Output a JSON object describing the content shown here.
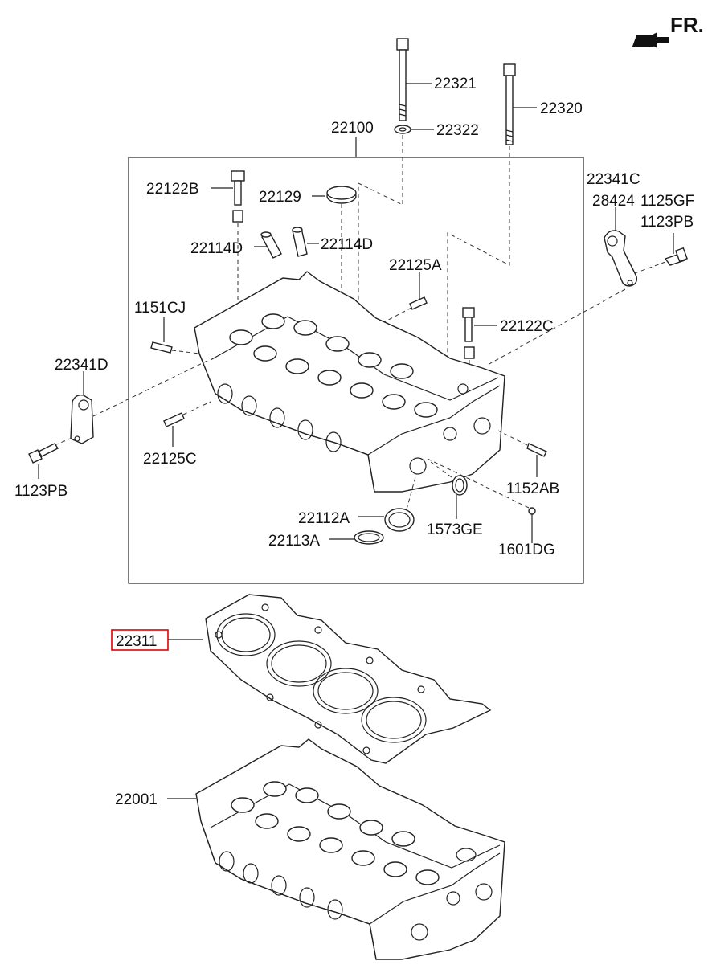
{
  "direction_label": "FR.",
  "labels": {
    "p22321": "22321",
    "p22320": "22320",
    "p22322": "22322",
    "p22100": "22100",
    "p22122B": "22122B",
    "p22129": "22129",
    "p22341C": "22341C",
    "p28424": "28424",
    "p1125GF": "1125GF",
    "p1123PB_r": "1123PB",
    "p22114D_l": "22114D",
    "p22114D_r": "22114D",
    "p22125A": "22125A",
    "p1151CJ": "1151CJ",
    "p22122C": "22122C",
    "p22341D": "22341D",
    "p22125C": "22125C",
    "p1123PB_l": "1123PB",
    "p1152AB": "1152AB",
    "p22112A": "22112A",
    "p1573GE": "1573GE",
    "p22113A": "22113A",
    "p1601DG": "1601DG",
    "p22311": "22311",
    "p22001": "22001"
  },
  "highlight": {
    "part": "22311",
    "color": "#e00000"
  }
}
